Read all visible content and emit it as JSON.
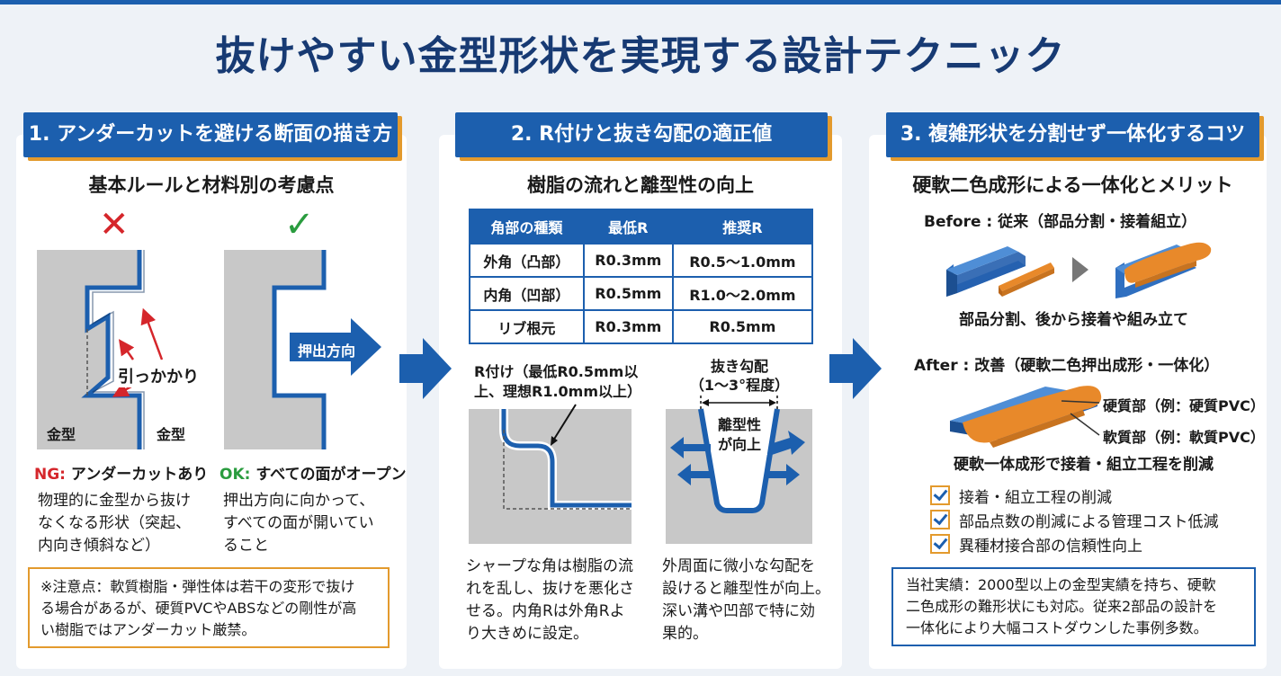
{
  "title": "抜けやすい金型形状を実現する設計テクニック",
  "section1": {
    "header": "1. アンダーカットを避ける断面の描き方",
    "subtitle": "基本ルールと材料別の考慮点",
    "ng_mark": "✕",
    "ok_mark": "✓",
    "label_mold_left": "金型",
    "label_mold_right": "金型",
    "label_hook": "引っかかり",
    "label_direction": "押出方向",
    "ng_title": "NG:",
    "ng_head": " アンダーカットあり",
    "ng_desc_1": "物理的に金型から抜け",
    "ng_desc_2": "なくなる形状（突起、",
    "ng_desc_3": "内向き傾斜など）",
    "ok_title": "OK:",
    "ok_head": " すべての面がオープン",
    "ok_desc_1": "押出方向に向かって、",
    "ok_desc_2": "すべての面が開いてい",
    "ok_desc_3": "ること",
    "note_1": "※注意点：軟質樹脂・弾性体は若干の変形で抜け",
    "note_2": "る場合があるが、硬質PVCやABSなどの剛性が高",
    "note_3": "い樹脂ではアンダーカット厳禁。"
  },
  "section2": {
    "header": "2. R付けと抜き勾配の適正値",
    "subtitle": "樹脂の流れと離型性の向上",
    "table": {
      "headers": [
        "角部の種類",
        "最低R",
        "推奨R"
      ],
      "rows": [
        [
          "外角（凸部）",
          "R0.3mm",
          "R0.5〜1.0mm"
        ],
        [
          "内角（凹部）",
          "R0.5mm",
          "R1.0〜2.0mm"
        ],
        [
          "リブ根元",
          "R0.3mm",
          "R0.5mm"
        ]
      ]
    },
    "r_label_1": "R付け（最低R0.5mm以",
    "r_label_2": "上、理想R1.0mm以上）",
    "draft_label_1": "抜き勾配",
    "draft_label_2": "（1〜3°程度）",
    "release_1": "離型性",
    "release_2": "が向上",
    "left_desc_1": "シャープな角は樹脂の流",
    "left_desc_2": "れを乱し、抜けを悪化さ",
    "left_desc_3": "せる。内角Rは外角Rよ",
    "left_desc_4": "り大きめに設定。",
    "right_desc_1": "外周面に微小な勾配を",
    "right_desc_2": "設けると離型性が向上。",
    "right_desc_3": "深い溝や凹部で特に効",
    "right_desc_4": "果的。"
  },
  "section3": {
    "header": "3. 複雑形状を分割せず一体化するコツ",
    "subtitle": "硬軟二色成形による一体化とメリット",
    "before_label": "Before : 従来（部品分割・接着組立）",
    "before_caption": "部品分割、後から接着や組み立て",
    "after_label": "After : 改善（硬軟二色押出成形・一体化）",
    "hard_label": "硬質部（例：硬質PVC）",
    "soft_label": "軟質部（例：軟質PVC）",
    "after_caption": "硬軟一体成形で接着・組立工程を削減",
    "benefits": [
      "接着・組立工程の削減",
      "部品点数の削減による管理コスト低減",
      "異種材接合部の信頼性向上"
    ],
    "note_1": "当社実績：2000型以上の金型実績を持ち、硬軟",
    "note_2": "二色成形の難形状にも対応。従来2部品の設計を",
    "note_3": "一体化により大幅コストダウンした事例多数。"
  },
  "colors": {
    "brand_blue": "#1c5fae",
    "accent_orange": "#e39a2d",
    "ng_red": "#d5262b",
    "ok_green": "#2a9c3f",
    "mold_gray": "#c8c8c8"
  }
}
